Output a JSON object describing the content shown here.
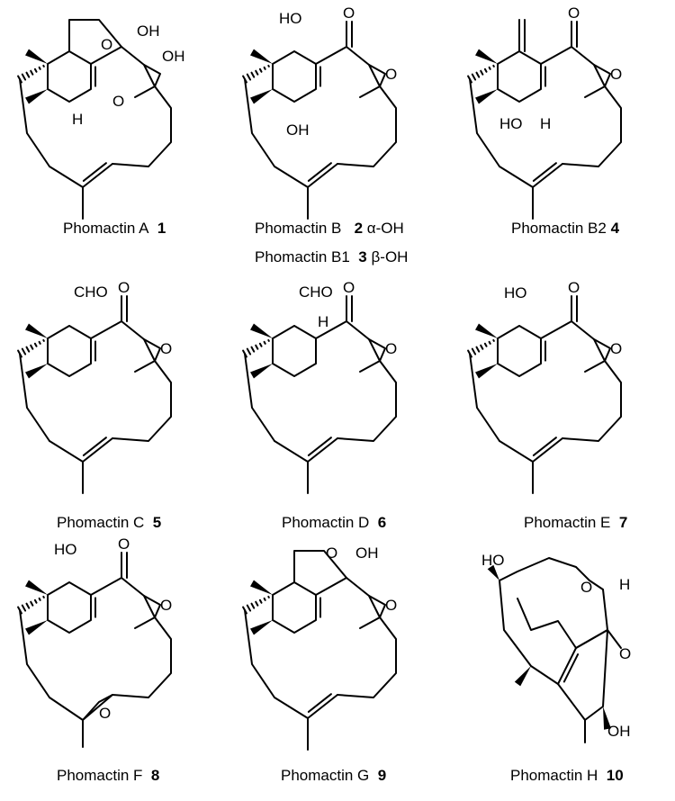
{
  "compounds": [
    {
      "name": "Phomactin A",
      "number": "1",
      "atoms": [
        "O",
        "OH",
        "OH",
        "O",
        "H"
      ]
    },
    {
      "name": "Phomactin B",
      "number": "2",
      "note": "α-OH",
      "atoms": [
        "HO",
        "O",
        "O",
        "OH"
      ]
    },
    {
      "name": "Phomactin B1",
      "number": "3",
      "note": "β-OH"
    },
    {
      "name": "Phomactin B2",
      "number": "4",
      "atoms": [
        "O",
        "O",
        "HO",
        "H"
      ]
    },
    {
      "name": "Phomactin C",
      "number": "5",
      "atoms": [
        "CHO",
        "O",
        "O"
      ]
    },
    {
      "name": "Phomactin D",
      "number": "6",
      "atoms": [
        "CHO",
        "H",
        "O",
        "O"
      ]
    },
    {
      "name": "Phomactin E",
      "number": "7",
      "atoms": [
        "HO",
        "O",
        "O"
      ]
    },
    {
      "name": "Phomactin F",
      "number": "8",
      "atoms": [
        "HO",
        "O",
        "O",
        "O"
      ]
    },
    {
      "name": "Phomactin G",
      "number": "9",
      "atoms": [
        "O",
        "OH",
        "O"
      ]
    },
    {
      "name": "Phomactin H",
      "number": "10",
      "atoms": [
        "HO",
        "O",
        "H",
        "O",
        "OH"
      ]
    }
  ]
}
